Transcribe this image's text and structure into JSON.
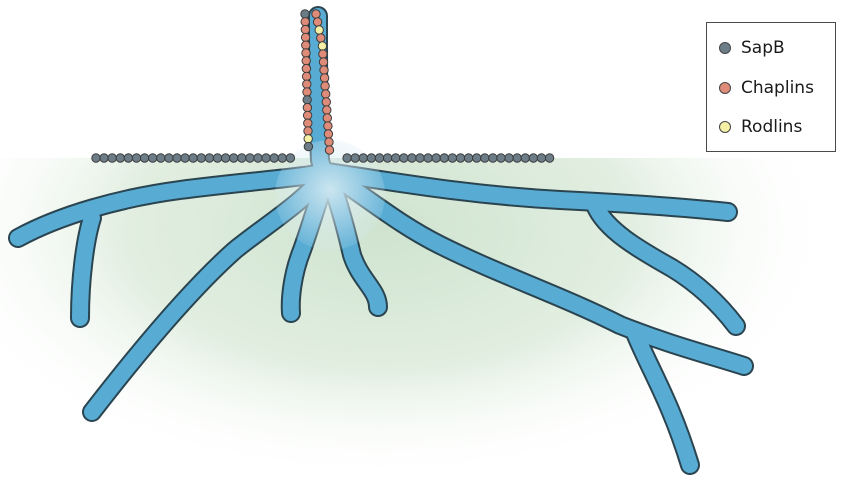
{
  "colors": {
    "hyphae_fill": "#58acd4",
    "hyphae_outline": "#2a4450",
    "substrate_tint": "#cfe3cf",
    "sapb": "#6c7d88",
    "chaplins": "#de8b79",
    "rodlins": "#f4f0a6"
  },
  "icons": {
    "sapb": "grey-circle-icon",
    "chaplins": "salmon-circle-icon",
    "rodlins": "pale-yellow-circle-icon"
  },
  "legend": {
    "items": [
      {
        "key": "sapb",
        "label": "SapB"
      },
      {
        "key": "chaplins",
        "label": "Chaplins"
      },
      {
        "key": "rodlins",
        "label": "Rodlins"
      }
    ]
  }
}
